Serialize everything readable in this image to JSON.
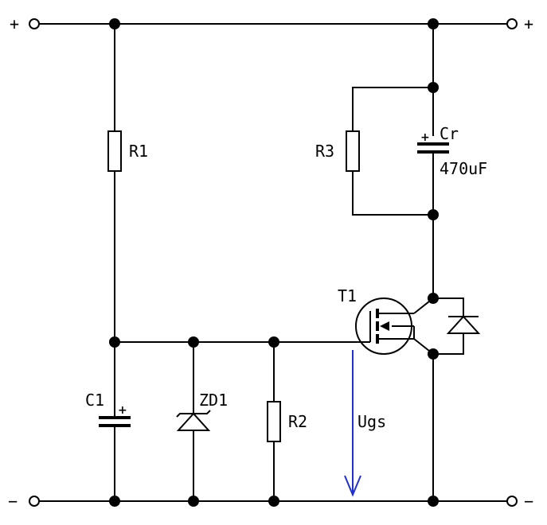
{
  "labels": {
    "r1": "R1",
    "r2": "R2",
    "r3": "R3",
    "cr": "Cr",
    "cr_value": "470uF",
    "c1": "C1",
    "zd1": "ZD1",
    "t1": "T1",
    "ugs": "Ugs"
  },
  "terminals": {
    "top_left": "+",
    "top_right": "+",
    "bottom_left": "−",
    "bottom_right": "−"
  },
  "polarity": {
    "c1": "+",
    "cr": "+"
  },
  "colors": {
    "ugs_arrow": "#1f2fd0",
    "ink": "#000000"
  }
}
